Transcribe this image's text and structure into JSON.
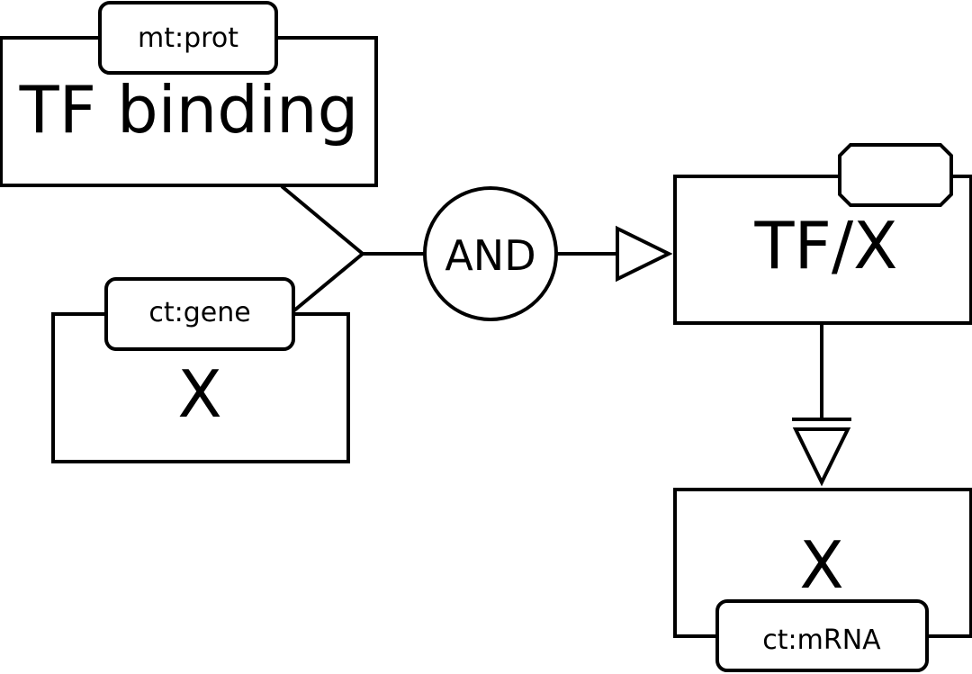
{
  "nodes": {
    "tf_binding": {
      "label": "TF binding",
      "unit": "mt:prot"
    },
    "x_gene": {
      "label": "X",
      "unit": "ct:gene"
    },
    "and_gate": {
      "label": "AND"
    },
    "tf_x_complex": {
      "label": "TF/X",
      "unit": ""
    },
    "x_mrna": {
      "label": "X",
      "unit": "ct:mRNA"
    }
  },
  "edges": [
    {
      "from": "tf_binding",
      "to": "and_gate",
      "type": "logic-input"
    },
    {
      "from": "x_gene",
      "to": "and_gate",
      "type": "logic-input"
    },
    {
      "from": "and_gate",
      "to": "tf_x_complex",
      "type": "stimulation"
    },
    {
      "from": "tf_x_complex",
      "to": "x_mrna",
      "type": "necessary-stimulation"
    }
  ],
  "colors": {
    "stroke": "#000000",
    "fill": "#ffffff"
  }
}
